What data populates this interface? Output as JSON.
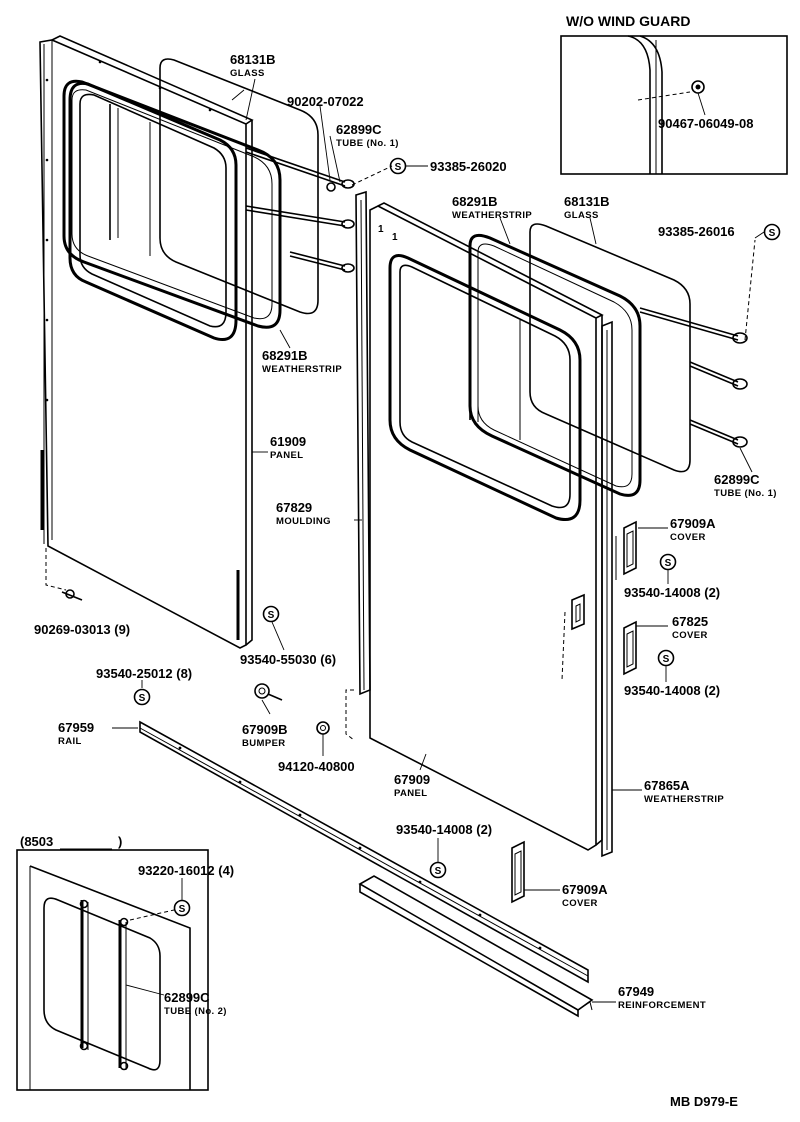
{
  "inset_wind_guard": {
    "title": "W/O WIND  GUARD",
    "part": "90467-06049-08"
  },
  "inset_8503": {
    "title_left": "(8503",
    "title_right": ")",
    "part1": "93220-16012 (4)",
    "part2_no": "62899C",
    "part2_name": "TUBE (No. 2)"
  },
  "labels": {
    "l1_no": "68131B",
    "l1_name": "GLASS",
    "l2_no": "90202-07022",
    "l3_no": "62899C",
    "l3_name": "TUBE (No. 1)",
    "l4_no": "93385-26020",
    "l5_no": "68291B",
    "l5_name": "WEATHERSTRIP",
    "l6_no": "61909",
    "l6_name": "PANEL",
    "l7_no": "68291B",
    "l7_name": "WEATHERSTRIP",
    "l8_no": "68131B",
    "l8_name": "GLASS",
    "l9_no": "93385-26016",
    "l10_no": "62899C",
    "l10_name": "TUBE (No. 1)",
    "l11_no": "67829",
    "l11_name": "MOULDING",
    "l12_no": "67909A",
    "l12_name": "COVER",
    "l13_no": "93540-14008 (2)",
    "l14_no": "67825",
    "l14_name": "COVER",
    "l15_no": "93540-14008 (2)",
    "l16_no": "90269-03013 (9)",
    "l17_no": "93540-55030 (6)",
    "l18_no": "93540-25012 (8)",
    "l19_no": "67959",
    "l19_name": "RAIL",
    "l20_no": "67909B",
    "l20_name": "BUMPER",
    "l21_no": "94120-40800",
    "l22_no": "67909",
    "l22_name": "PANEL",
    "l23_no": "67865A",
    "l23_name": "WEATHERSTRIP",
    "l24_no": "93540-14008 (2)",
    "l25_no": "67909A",
    "l25_name": "COVER",
    "l26_no": "67949",
    "l26_name": "REINFORCEMENT"
  },
  "screw_symbol": "S",
  "footer": {
    "code": "MB  D979-E"
  }
}
